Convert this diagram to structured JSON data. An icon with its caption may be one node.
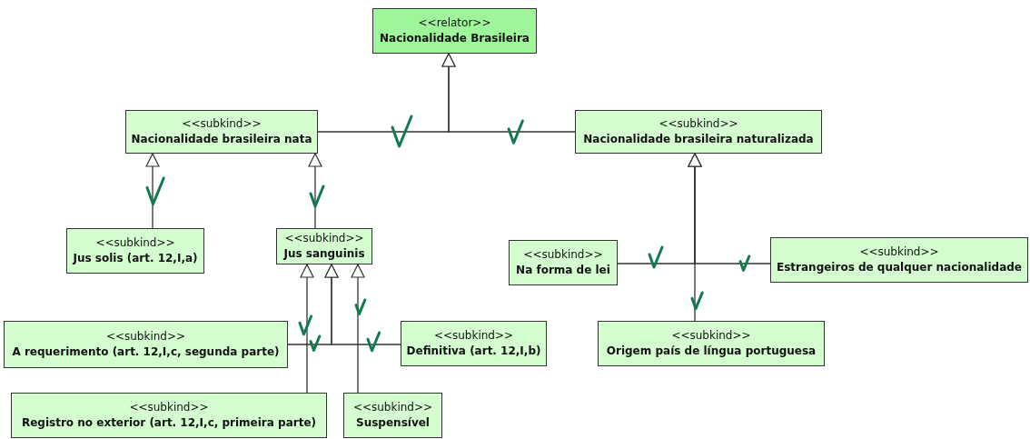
{
  "diagram": {
    "nodes": [
      {
        "text": [
          "<<relator>>",
          "Nacionalidade Brasileira"
        ]
      },
      {
        "text": [
          "<<subkind>>",
          "Nacionalidade brasileira nata"
        ]
      },
      {
        "text": [
          "<<subkind>>",
          "Nacionalidade brasileira naturalizada"
        ]
      },
      {
        "text": [
          "<<subkind>>",
          "Jus solis (art. 12,I,a)"
        ]
      },
      {
        "text": [
          "<<subkind>>",
          "Jus sanguinis"
        ]
      },
      {
        "text": [
          "<<subkind>>",
          "Na forma de lei"
        ]
      },
      {
        "text": [
          "<<subkind>>",
          "Estrangeiros de qualquer nacionalidade"
        ]
      },
      {
        "text": [
          "<<subkind>>",
          "A requerimento (art. 12,I,c, segunda parte)"
        ]
      },
      {
        "text": [
          "<<subkind>>",
          "Definitiva (art. 12,I,b)"
        ]
      },
      {
        "text": [
          "<<subkind>>",
          "Origem país de língua portuguesa"
        ]
      },
      {
        "text": [
          "<<subkind>>",
          "Registro no exterior (art. 12,I,c, primeira parte)"
        ]
      },
      {
        "text": [
          "<<subkind>>",
          "Suspensível"
        ]
      }
    ],
    "edges": [
      {
        "from": 1,
        "to": 0,
        "arrow": "to"
      },
      {
        "from": 2,
        "to": 0,
        "arrow": "to"
      },
      {
        "from": 3,
        "to": 1,
        "arrow": "to"
      },
      {
        "from": 4,
        "to": 1,
        "arrow": "to"
      },
      {
        "from": 5,
        "to": 2,
        "arrow": "to"
      },
      {
        "from": 6,
        "to": 2,
        "arrow": "to"
      },
      {
        "from": 9,
        "to": 2,
        "arrow": "to"
      },
      {
        "from": 7,
        "to": 4,
        "arrow": "to"
      },
      {
        "from": 8,
        "to": 4,
        "arrow": "to"
      },
      {
        "from": 10,
        "to": 4,
        "arrow": "to"
      },
      {
        "from": 11,
        "to": 4,
        "arrow": "to"
      }
    ]
  }
}
